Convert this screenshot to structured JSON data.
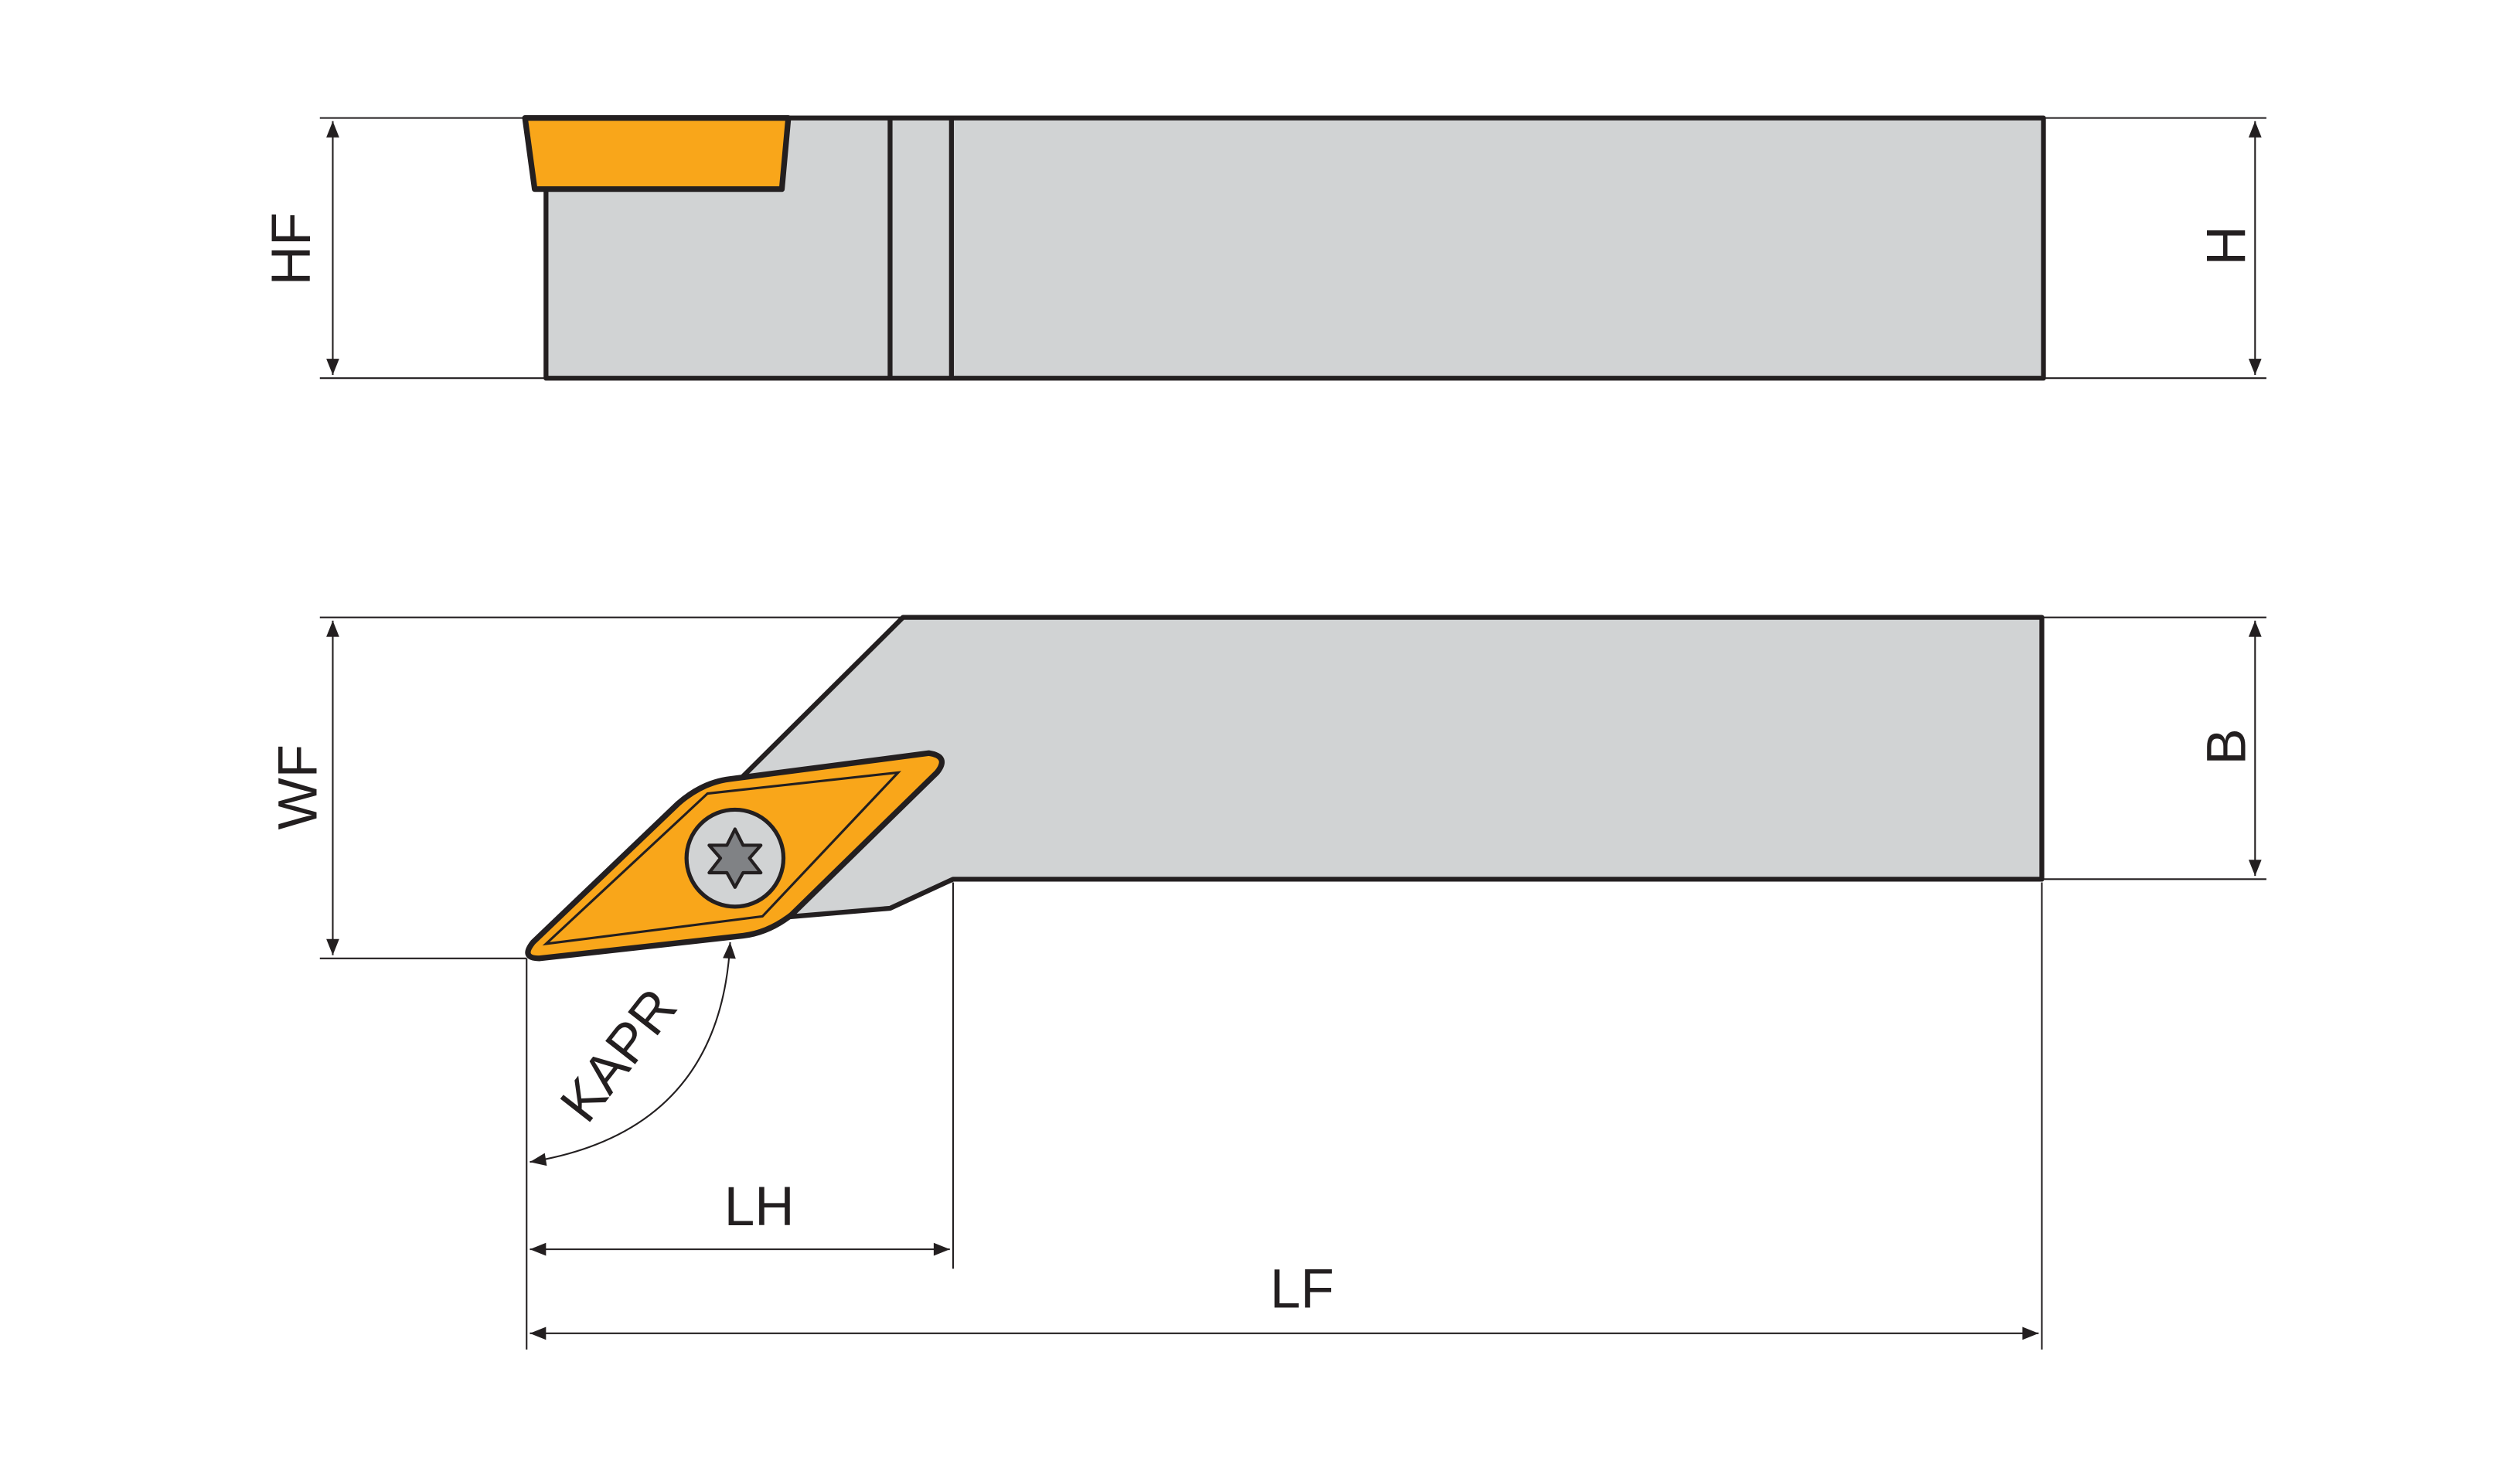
{
  "labels": {
    "hf": "HF",
    "h": "H",
    "wf": "WF",
    "b": "B",
    "kapr": "KAPR",
    "lh": "LH",
    "lf": "LF"
  },
  "colors": {
    "insert": "#f9a61a",
    "holder": "#d1d3d4",
    "line": "#231f20",
    "screw_head": "#808285"
  }
}
